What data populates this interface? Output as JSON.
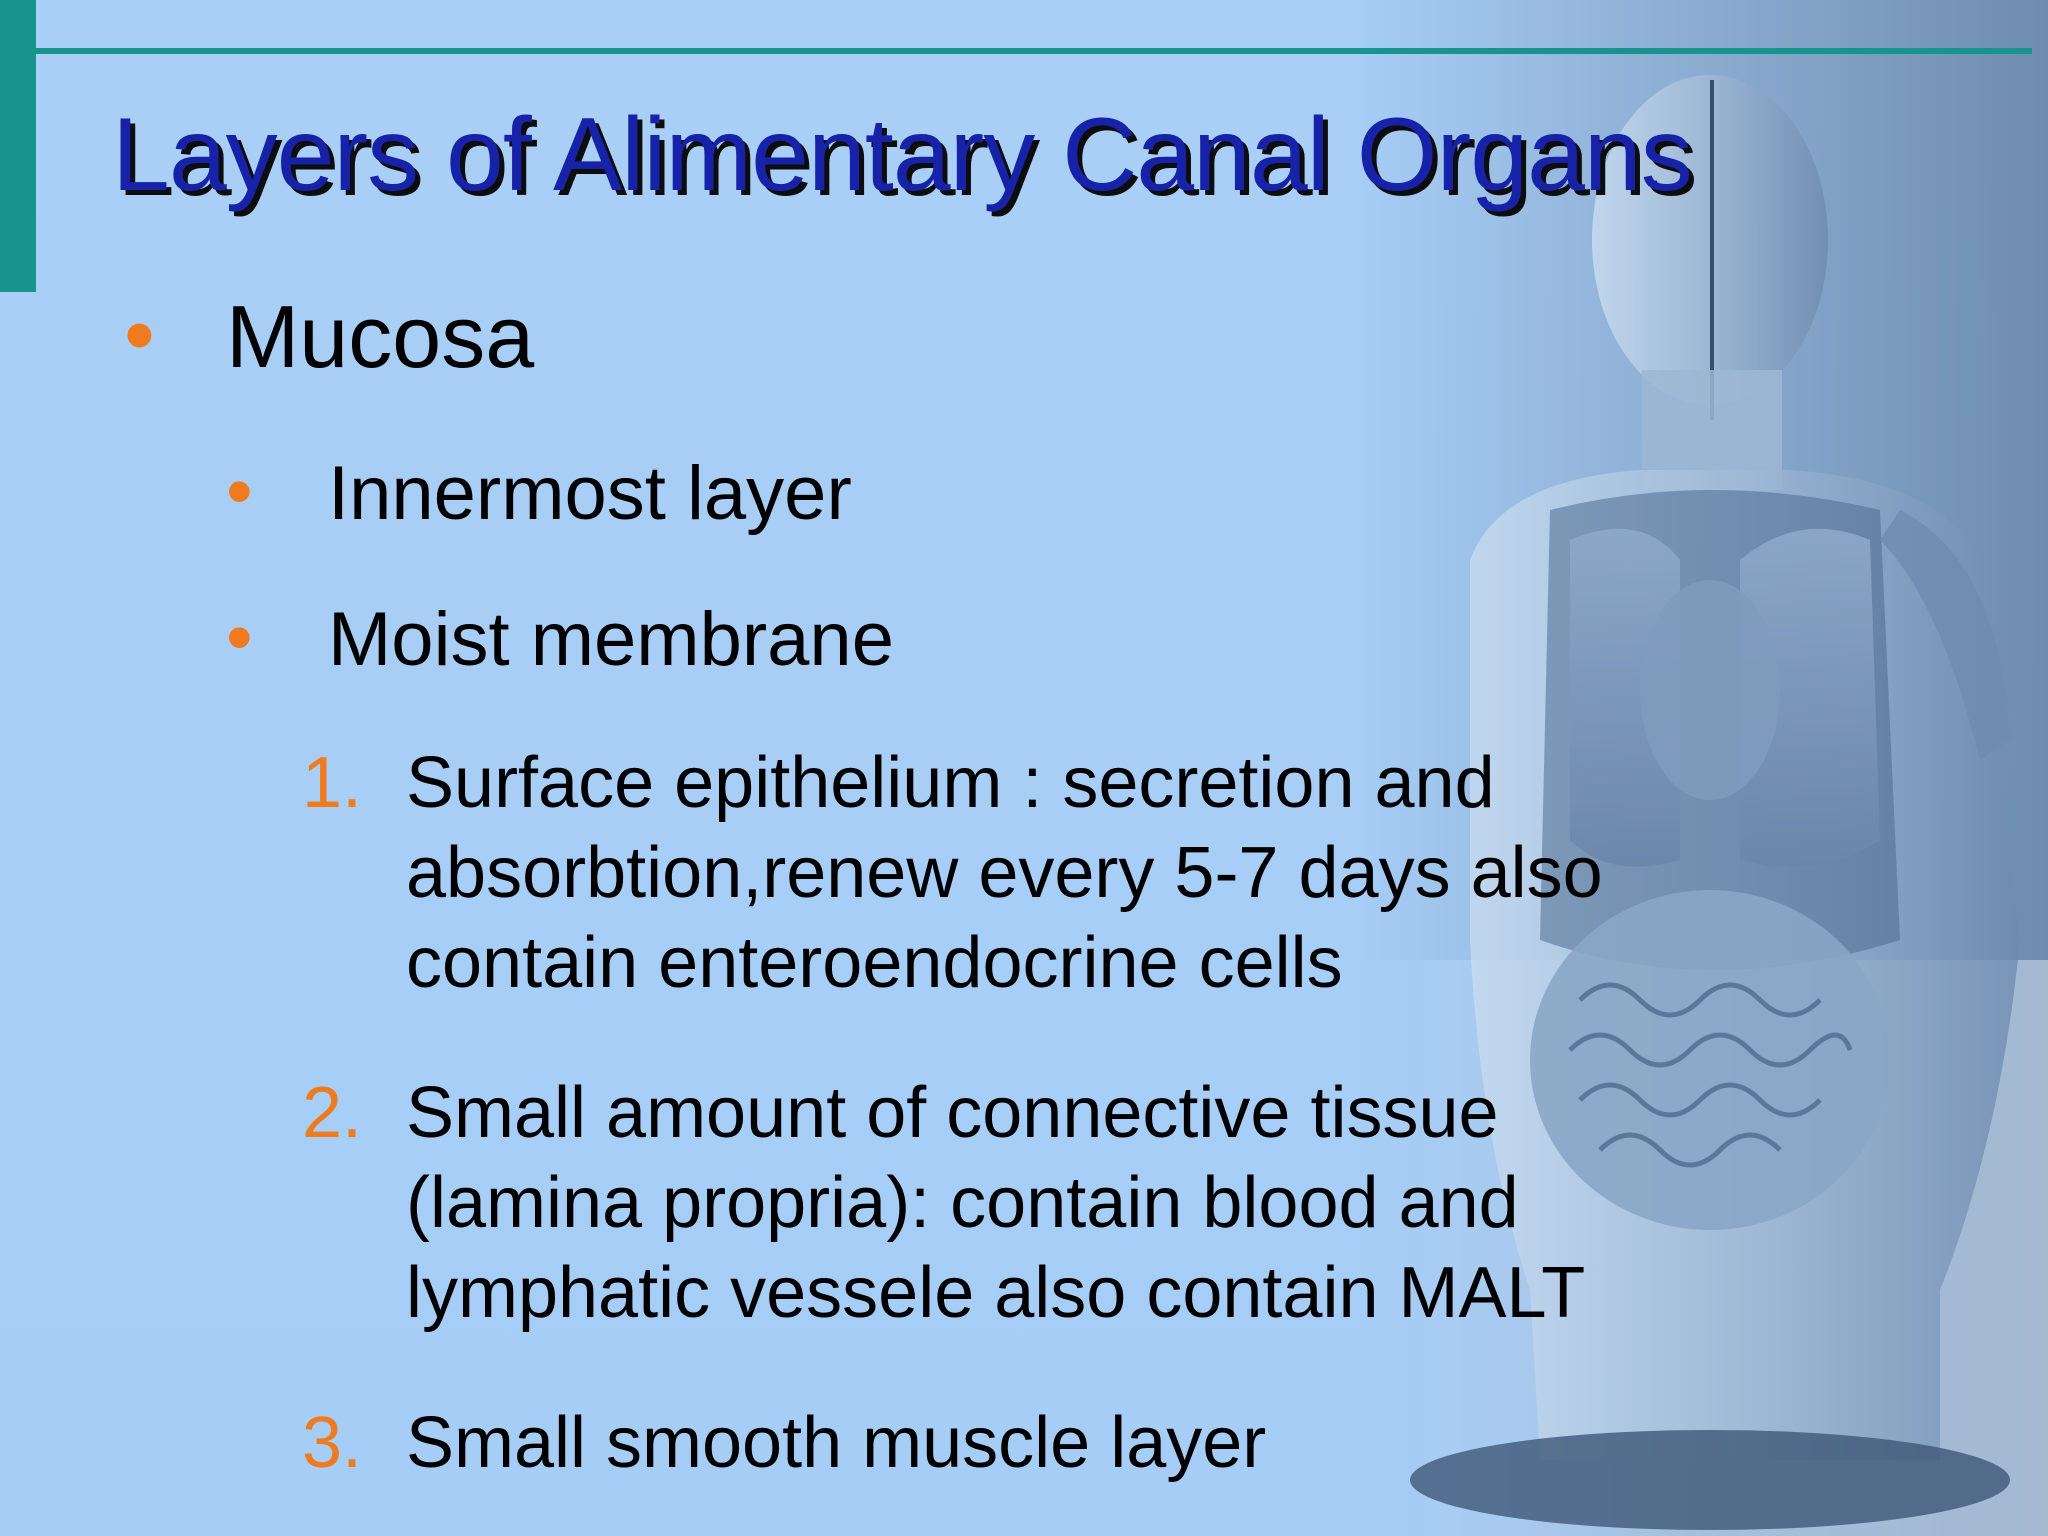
{
  "slide": {
    "title": "Layers of Alimentary Canal Organs",
    "level1": {
      "bullet": "•",
      "text": "Mucosa"
    },
    "level2": [
      {
        "bullet": "•",
        "text": "Innermost layer"
      },
      {
        "bullet": "•",
        "text": "Moist membrane"
      }
    ],
    "numbered": [
      {
        "number": "1.",
        "lines": [
          "Surface epithelium : secretion and",
          "absorbtion,renew every 5-7 days also",
          "contain enteroendocrine cells"
        ]
      },
      {
        "number": "2.",
        "lines": [
          "Small amount of connective tissue",
          "(lamina propria): contain blood and",
          "lymphatic vessele also contain MALT"
        ]
      },
      {
        "number": "3.",
        "lines": [
          "Small smooth muscle layer"
        ]
      }
    ]
  },
  "colors": {
    "background": "#a6cdf6",
    "accent_teal": "#17958c",
    "title_blue": "#1623a8",
    "bullet_orange": "#f07a1e"
  },
  "image": {
    "icon": "anatomical-torso-model-photo"
  }
}
